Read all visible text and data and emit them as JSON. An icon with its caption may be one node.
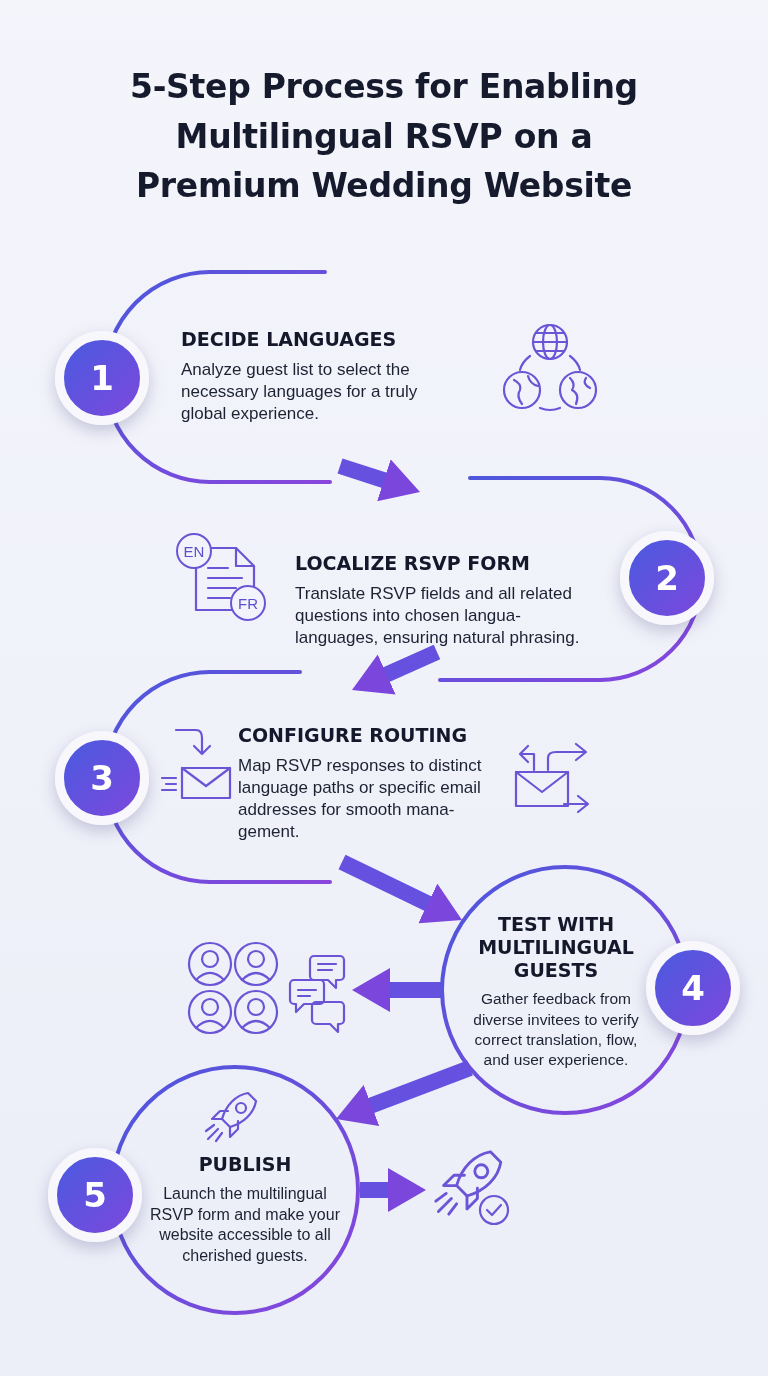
{
  "diagram": {
    "title": "5-Step Process for Enabling **Multilingual RSVP** on a Premium Wedding Website",
    "nodes": [
      {
        "text": [
          "DECIDE LANGUAGES",
          "Analyze guest list to select the necessary languages for a truly global experience."
        ]
      },
      {
        "text": [
          "1"
        ]
      },
      {
        "text": [
          "LOCALIZE RSVP FORM",
          "Translate RSVP fields and all related questions into chosen langua- languages, ensuring natural phrasing."
        ]
      },
      {
        "text": [
          "2"
        ]
      },
      {
        "text": [
          "CONFIGURE ROUTING",
          "Map RSVP responses to distinct language paths or specific email addresses for smooth mana- gement."
        ]
      },
      {
        "text": [
          "3"
        ]
      },
      {
        "text": [
          "TEST WITH MULTILINGUAL GUESTS",
          "Gather feedback from diverse invitees to verify correct translation, flow, and user experience."
        ]
      },
      {
        "text": [
          "4"
        ]
      },
      {
        "text": [],
        "shape": "picture"
      },
      {
        "text": [
          "PUBLISH",
          "Launch the multilingual RSVP form and make your website accessible to all cherished guests."
        ]
      },
      {
        "text": [
          "5"
        ]
      },
      {
        "text": [],
        "shape": "picture"
      }
    ],
    "edges": [
      {
        "from": 0,
        "to": 2,
        "arrow": "to"
      },
      {
        "from": 2,
        "to": 4,
        "arrow": "to"
      },
      {
        "from": 4,
        "to": 6,
        "arrow": "to"
      },
      {
        "from": 6,
        "to": 8,
        "arrow": "to"
      },
      {
        "from": 6,
        "to": 9,
        "arrow": "to"
      },
      {
        "from": 9,
        "to": 11,
        "arrow": "to"
      }
    ],
    "labels": [
      "EN",
      "FR"
    ]
  }
}
